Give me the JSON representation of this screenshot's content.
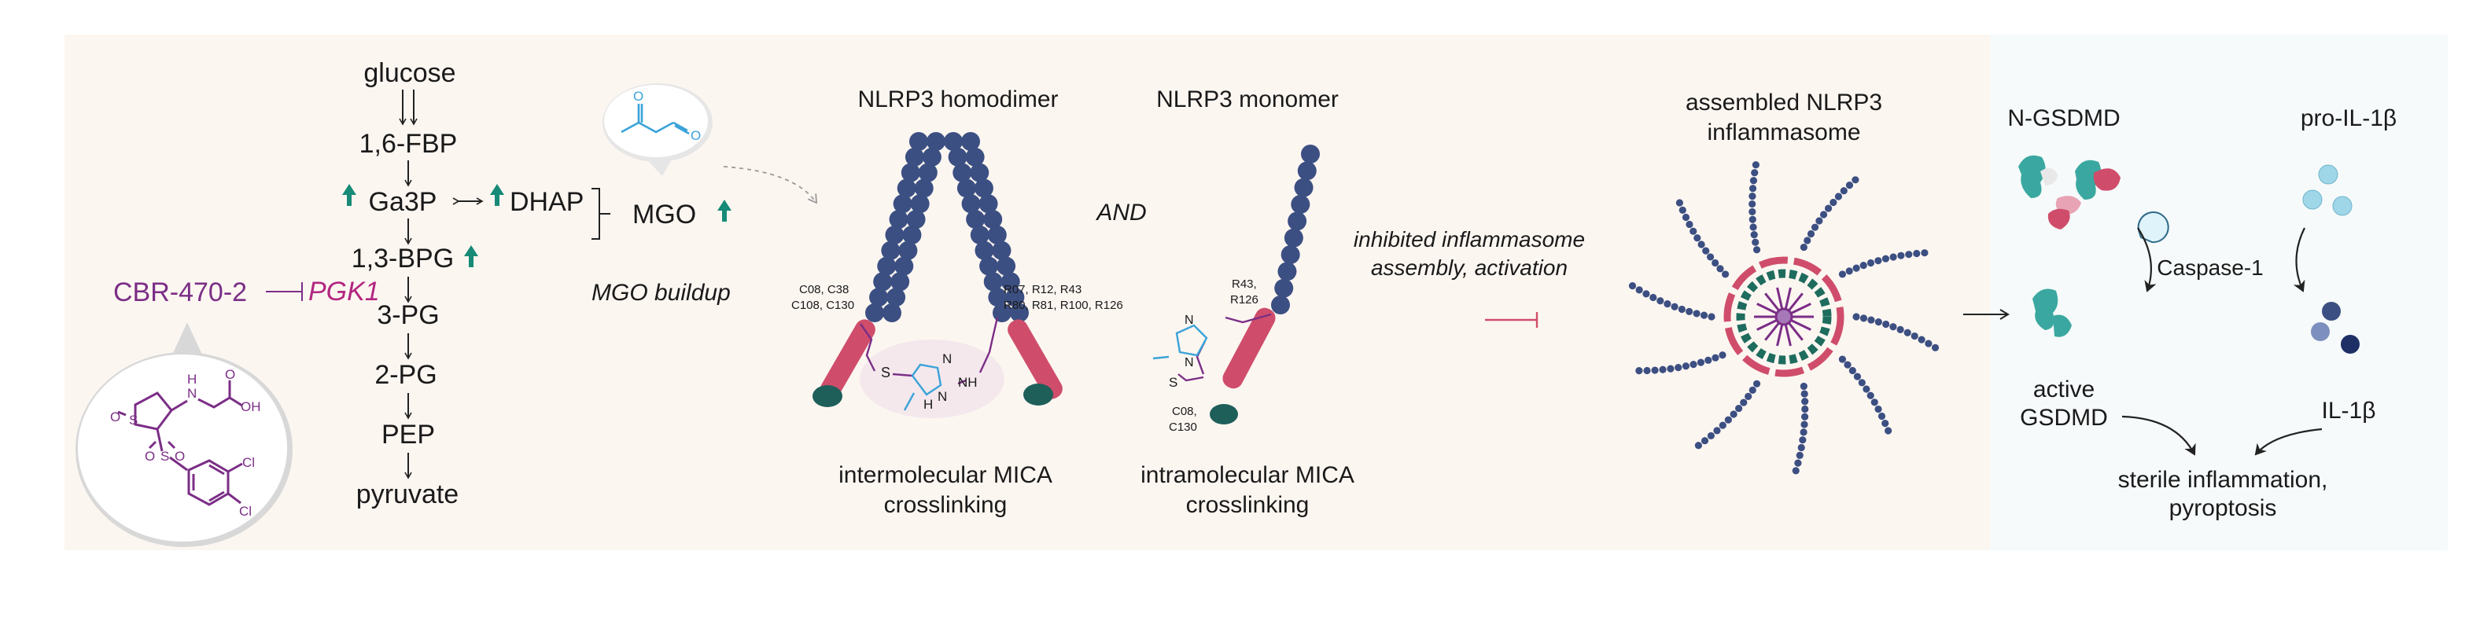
{
  "glycolysis": {
    "metabolites": [
      "glucose",
      "1,6-FBP",
      "Ga3P",
      "DHAP",
      "1,3-BPG",
      "3-PG",
      "2-PG",
      "PEP",
      "pyruvate"
    ],
    "product": "MGO",
    "buildup_label": "MGO buildup"
  },
  "inhibitor": {
    "compound": "CBR-470-2",
    "target": "PGK1",
    "atom_labels": {
      "nh": "N",
      "h": "H",
      "oh": "OH",
      "o": "O",
      "s": "S",
      "cl": "Cl"
    }
  },
  "mgo_structure": {
    "o": "O"
  },
  "nlrp3": {
    "homodimer_title": "NLRP3 homodimer",
    "monomer_title": "NLRP3 monomer",
    "and_label": "AND",
    "dimer_left_residues": [
      "C08, C38",
      "C108, C130"
    ],
    "dimer_right_residues": [
      "R07, R12, R43",
      "R80, R81, R100, R126"
    ],
    "monomer_arg_residues": [
      "R43,",
      "R126"
    ],
    "monomer_cys_residues": [
      "C08,",
      "C130"
    ],
    "inter_caption": [
      "intermolecular MICA",
      "crosslinking"
    ],
    "intra_caption": [
      "intramolecular MICA",
      "crosslinking"
    ],
    "mica_atoms": {
      "s": "S",
      "n": "N",
      "h": "H",
      "nh": "NH"
    }
  },
  "inhibition": {
    "label": [
      "inhibited inflammasome",
      "assembly, activation"
    ]
  },
  "inflammasome": {
    "title": [
      "assembled NLRP3",
      "inflammasome"
    ]
  },
  "pyroptosis": {
    "ngsdmd": "N-GSDMD",
    "pro_il1b": "pro-IL-1β",
    "caspase": "Caspase-1",
    "active_gsdmd": [
      "active",
      "GSDMD"
    ],
    "il1b": "IL-1β",
    "outcome": [
      "sterile inflammation,",
      "pyroptosis"
    ]
  },
  "colors": {
    "purple": "#7b2e86",
    "magenta": "#b22680",
    "teal_arrow": "#178a78",
    "mica_blue": "#3aa3d8",
    "bead": "#3c4f82",
    "helix": "#cf4d6b",
    "pyd": "#1e5f5a",
    "panel": "#fcf6f1"
  }
}
